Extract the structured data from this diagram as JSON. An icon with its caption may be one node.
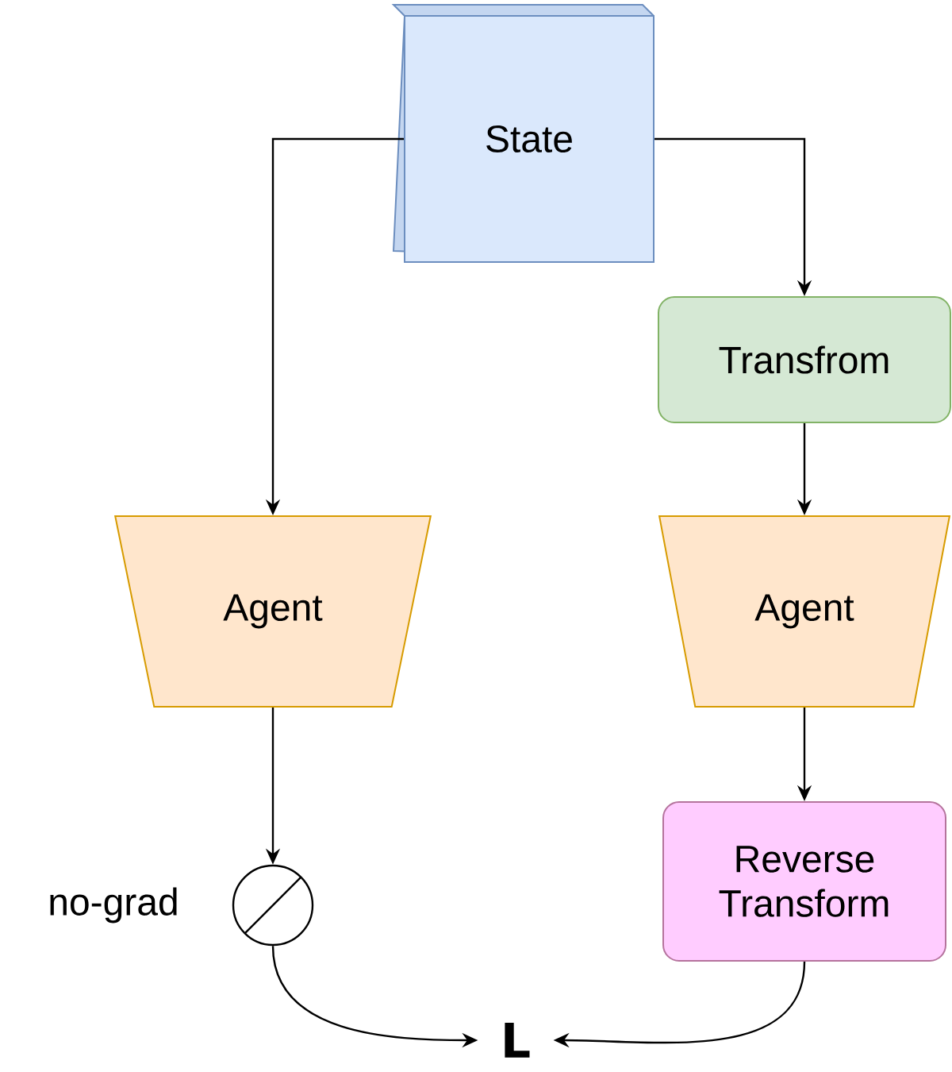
{
  "diagram": {
    "nodes": [
      {
        "text": [
          "State"
        ]
      },
      {
        "text": [
          "Transfrom"
        ]
      },
      {
        "text": [
          "Agent"
        ]
      },
      {
        "text": [
          "Agent"
        ]
      },
      {
        "text": [],
        "shape": "circle",
        "beside": [
          "no-grad"
        ]
      },
      {
        "text": [
          "Reverse Transform"
        ]
      },
      {
        "text": [
          "L"
        ]
      }
    ],
    "edges": [
      {
        "from": 0,
        "to": 2,
        "arrow": "to"
      },
      {
        "from": 0,
        "to": 1,
        "arrow": "to"
      },
      {
        "from": 1,
        "to": 3,
        "arrow": "to"
      },
      {
        "from": 2,
        "to": 4,
        "arrow": "to"
      },
      {
        "from": 3,
        "to": 5,
        "arrow": "to"
      },
      {
        "from": 4,
        "to": 6,
        "arrow": "to"
      },
      {
        "from": 5,
        "to": 6,
        "arrow": "to"
      }
    ]
  }
}
